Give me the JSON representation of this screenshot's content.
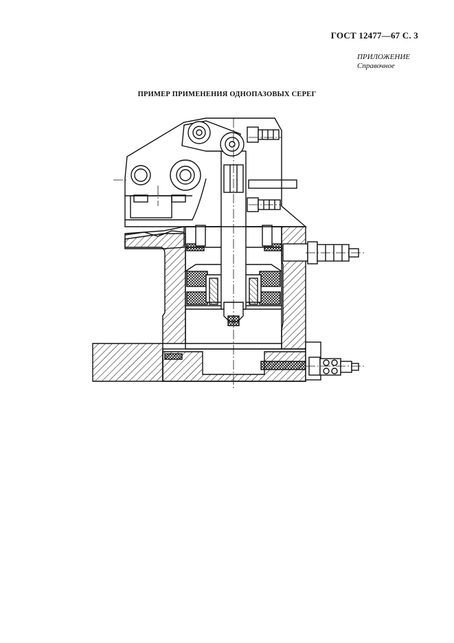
{
  "header": {
    "standard_ref": "ГОСТ 12477—67 С. 3"
  },
  "appendix": {
    "label": "ПРИЛОЖЕНИЕ",
    "note": "Справочное"
  },
  "figure": {
    "title": "ПРИМЕР ПРИМЕНЕНИЯ ОДНОПАЗОВЫХ СЕРЕГ"
  }
}
